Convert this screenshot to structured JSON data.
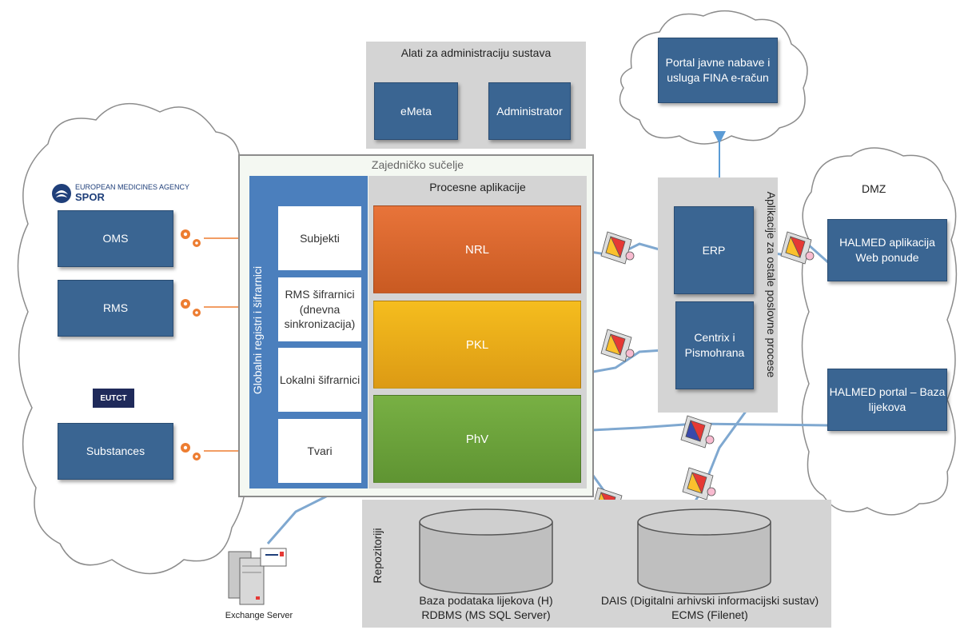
{
  "admin": {
    "title": "Alati za administraciju sustava",
    "emeta": "eMeta",
    "administrator": "Administrator"
  },
  "portal": {
    "label": "Portal javne nabave i usluga FINA e-račun"
  },
  "common": {
    "title": "Zajedničko sučelje"
  },
  "registry": {
    "vertical": "Globalni registri i šifrarnici",
    "items": [
      "Subjekti",
      "RMS šifrarnici (dnevna sinkronizacija)",
      "Lokalni šifrarnici",
      "Tvari"
    ]
  },
  "process": {
    "title": "Procesne aplikacije",
    "apps": [
      "NRL",
      "PKL",
      "PhV"
    ]
  },
  "business": {
    "vertical": "Aplikacije za ostale poslovne procese",
    "erp": "ERP",
    "centrix": "Centrix i Pismohrana"
  },
  "dmz": {
    "title": "DMZ",
    "web": "HALMED aplikacija Web ponude",
    "portal": "HALMED portal – Baza lijekova"
  },
  "ema": {
    "line1": "EUROPEAN MEDICINES AGENCY",
    "line2": "SPOR",
    "eutct": "EUTCT"
  },
  "sources": {
    "oms": "OMS",
    "rms": "RMS",
    "substances": "Substances"
  },
  "repo": {
    "vertical": "Repozitoriji",
    "db1_line1": "Baza podataka lijekova (H)",
    "db1_line2": "RDBMS (MS SQL Server)",
    "db2_line1": "DAIS (Digitalni arhivski informacijski sustav)",
    "db2_line2": "ECMS (Filenet)"
  },
  "exchange": {
    "label": "Exchange Server"
  },
  "colors": {
    "box_blue": "#3a6592",
    "nrl": "#d9652a",
    "pkl": "#e8a51a",
    "phv": "#6aa23a",
    "panel_grey": "#d4d4d4",
    "arrow_orange": "#ed7d31",
    "link_blue": "#5b9bd5"
  }
}
